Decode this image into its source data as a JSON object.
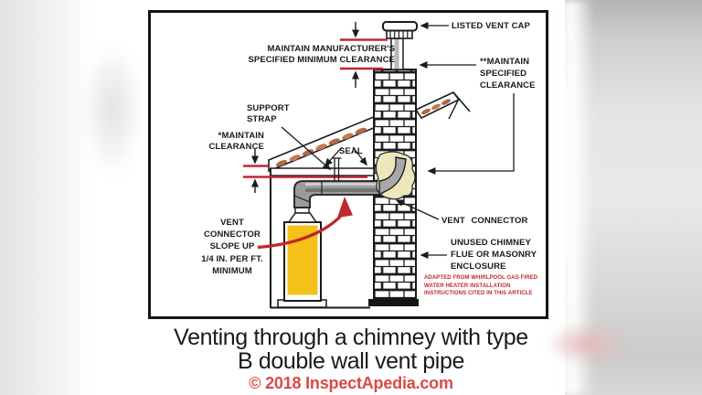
{
  "colors": {
    "diagram_red": "#c1272d",
    "copyright_red": "#d94848",
    "tank_yellow": "#f4c11b",
    "seal_cream": "#efe6bb",
    "insulation_brown": "#b06a45",
    "pipe_gray": "#9b9b9b",
    "line_black": "#1a1a1a"
  },
  "diagram": {
    "labels": {
      "top_clearance": [
        "MAINTAIN MANUFACTURER'S",
        "SPECIFIED MINIMUM CLEARANCE"
      ],
      "listed_vent_cap": "LISTED VENT CAP",
      "maintain_specified": [
        "**MAINTAIN",
        "SPECIFIED",
        "CLEARANCE"
      ],
      "support_strap": [
        "SUPPORT",
        "STRAP"
      ],
      "maintain_clearance": [
        "*MAINTAIN",
        "CLEARANCE"
      ],
      "seal": "SEAL",
      "slope_note": [
        "VENT",
        "CONNECTOR",
        "SLOPE UP",
        "1/4 IN. PER FT.",
        "MINIMUM"
      ],
      "vent_connector": "VENT CONNECTOR",
      "unused_chimney": [
        "UNUSED CHIMNEY",
        "FLUE OR MASONRY",
        "ENCLOSURE"
      ],
      "adapted_note": [
        "ADAPTED FROM WHIRLPOOL GAS FIRED",
        "WATER HEATER INSTALLATION",
        "INSTRUCTIONS CITED IN THIS ARTICLE"
      ]
    }
  },
  "caption": {
    "title_line1": "Venting through a chimney with type",
    "title_line2": "B double wall vent pipe",
    "copyright": "© 2018 InspectApedia.com"
  }
}
